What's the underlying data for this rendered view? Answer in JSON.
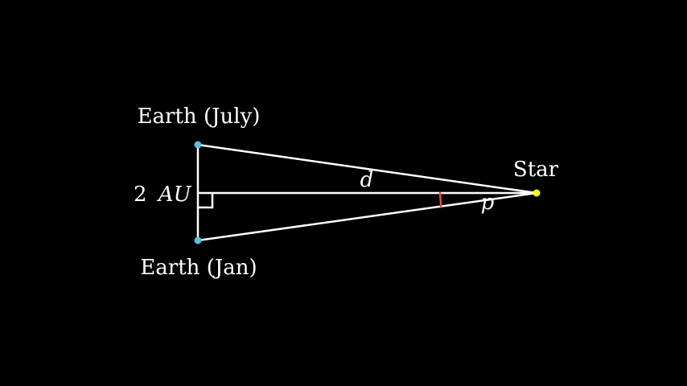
{
  "labels": {
    "earth_july": "Earth (July)",
    "earth_jan": "Earth (Jan)",
    "star": "Star",
    "baseline_number": "2",
    "baseline_unit": "AU",
    "distance": "d",
    "parallax": "p"
  },
  "colors": {
    "background": "#000000",
    "lines": "#ffffff",
    "earth_dot": "#5bc0de",
    "star_dot": "#ffff00",
    "angle_arc": "#e74c3c"
  }
}
